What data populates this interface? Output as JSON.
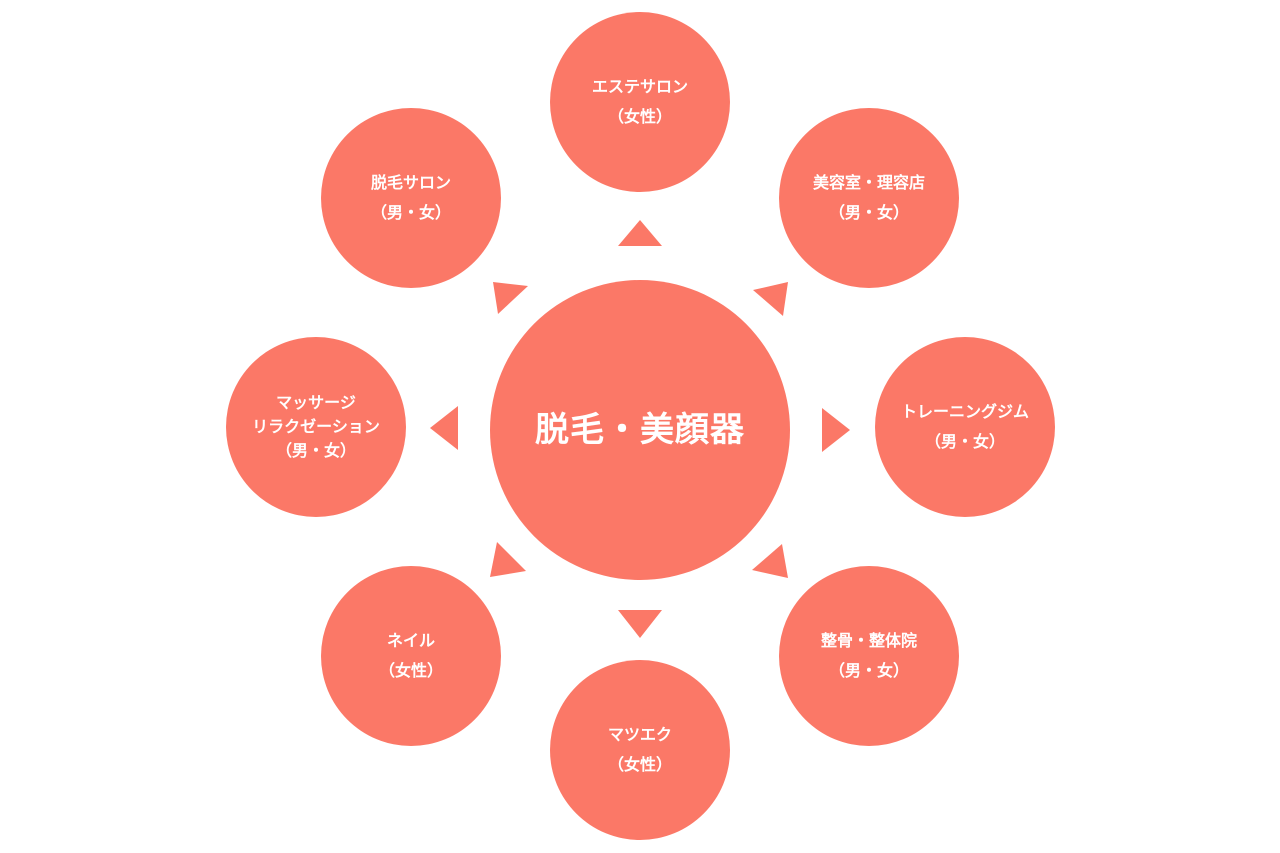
{
  "center": {
    "lines": [
      "脱毛・美顔器"
    ]
  },
  "satellites": [
    {
      "id": "top",
      "lines": [
        "エステサロン",
        "（女性）"
      ]
    },
    {
      "id": "top-right",
      "lines": [
        "美容室・理容店",
        "（男・女）"
      ]
    },
    {
      "id": "right",
      "lines": [
        "トレーニングジム",
        "（男・女）"
      ]
    },
    {
      "id": "bottom-right",
      "lines": [
        "整骨・整体院",
        "（男・女）"
      ]
    },
    {
      "id": "bottom",
      "lines": [
        "マツエク",
        "（女性）"
      ]
    },
    {
      "id": "bottom-left",
      "lines": [
        "ネイル",
        "（女性）"
      ]
    },
    {
      "id": "left",
      "lines": [
        "マッサージ",
        "リラクゼーション",
        "（男・女）"
      ]
    },
    {
      "id": "top-left",
      "lines": [
        "脱毛サロン",
        "（男・女）"
      ]
    }
  ],
  "colors": {
    "circle_fill": "#fb7867",
    "text": "#ffffff"
  }
}
